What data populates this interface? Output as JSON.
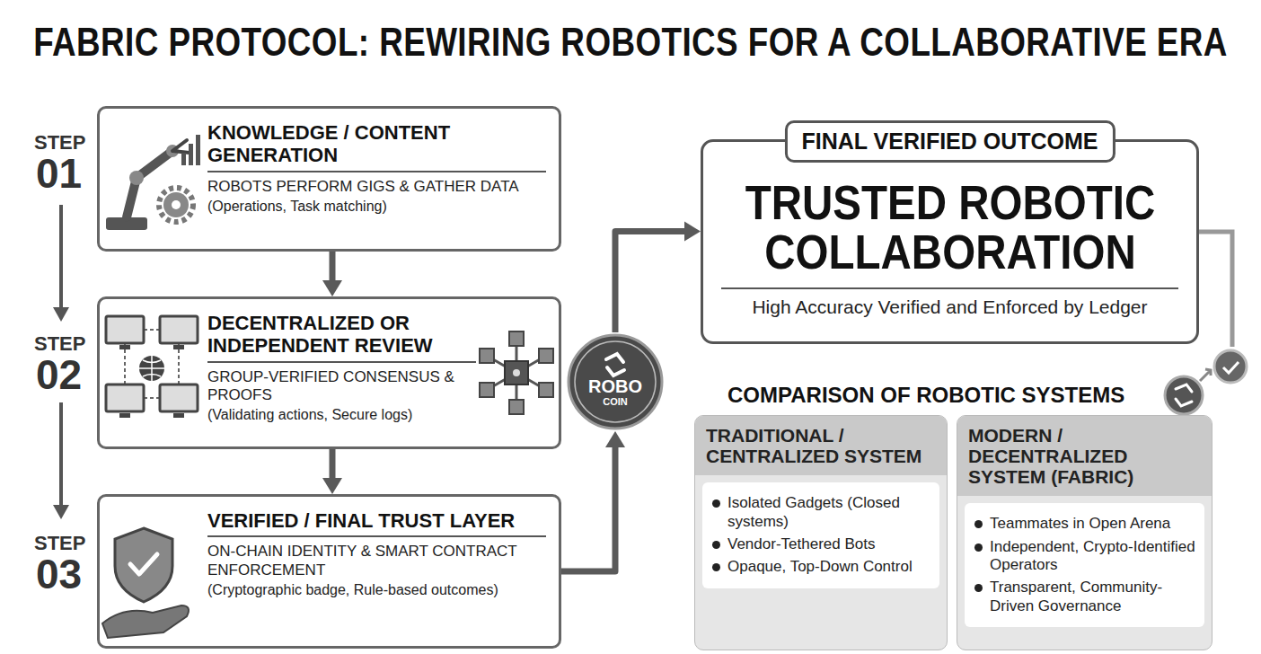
{
  "diagram": {
    "title": "FABRIC PROTOCOL: REWIRING ROBOTICS FOR A COLLABORATIVE ERA",
    "nodes": [
      {
        "text": [
          "KNOWLEDGE / CONTENT GENERATION",
          "ROBOTS PERFORM GIGS & GATHER DATA",
          "(Operations, Task matching)"
        ]
      },
      {
        "text": [
          "DECENTRALIZED OR INDEPENDENT REVIEW",
          "GROUP-VERIFIED CONSENSUS & PROOFS",
          "(Validating actions, Secure logs)"
        ]
      },
      {
        "text": [
          "VERIFIED / FINAL TRUST LAYER",
          "ON-CHAIN IDENTITY & SMART CONTRACT ENFORCEMENT",
          "(Cryptographic badge, Rule-based outcomes)"
        ]
      },
      {
        "text": [
          "ROBO",
          "COIN"
        ]
      },
      {
        "text": [
          "FINAL VERIFIED OUTCOME",
          "TRUSTED ROBOTIC COLLABORATION",
          "High Accuracy Verified and Enforced by Ledger"
        ]
      },
      {
        "text": [
          "TRADITIONAL / CENTRALIZED SYSTEM",
          "Isolated Gadgets (Closed systems)",
          "Vendor-Tethered Bots",
          "Opaque, Top-Down Control"
        ]
      },
      {
        "text": [
          "MODERN / DECENTRALIZED SYSTEM (FABRIC)",
          "Teammates in Open Arena",
          "Independent, Crypto-Identified Operators",
          "Transparent, Community-Driven Governance"
        ]
      }
    ],
    "edges": [
      {
        "from": 0,
        "to": 1,
        "arrow": "to"
      },
      {
        "from": 1,
        "to": 2,
        "arrow": "to"
      },
      {
        "from": 2,
        "to": 3,
        "arrow": "to"
      },
      {
        "from": 3,
        "to": 4,
        "arrow": "to"
      }
    ],
    "labels": [
      "STEP",
      "01",
      "STEP",
      "02",
      "STEP",
      "03",
      "COMPARISON OF ROBOTIC SYSTEMS"
    ]
  }
}
